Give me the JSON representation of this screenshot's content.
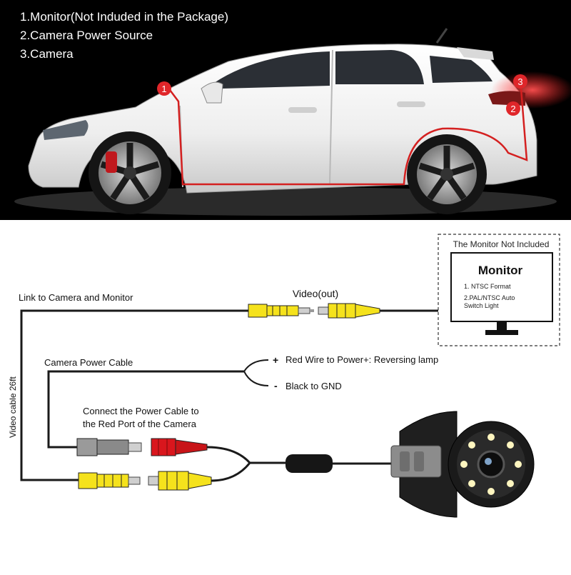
{
  "legend": {
    "item1": "1.Monitor(Not Induded in the Package)",
    "item2": "2.Camera Power Source",
    "item3": "3.Camera"
  },
  "markers": {
    "m1": "1",
    "m2": "2",
    "m3": "3"
  },
  "monitor_box": {
    "caption": "The Monitor Not Included",
    "title": "Monitor",
    "spec1": "1. NTSC Format",
    "spec2_line1": "2.PAL/NTSC Auto",
    "spec2_line2": "Switch Light"
  },
  "labels": {
    "video_out": "Video(out)",
    "link": "Link to Camera and Monitor",
    "power_cable": "Camera Power Cable",
    "plus": "+",
    "minus": "-",
    "red_wire": "Red Wire to Power+: Reversing lamp",
    "black_wire": "Black to GND",
    "connect_line1": "Connect the Power Cable to",
    "connect_line2": "the Red Port of the Camera",
    "video_cable": "Video cable 26ft"
  },
  "colors": {
    "background_top": "#000000",
    "car_body": "#f2f2f2",
    "marker_red": "#e0262a",
    "route_red": "#d42020",
    "rca_yellow": "#f5e21c",
    "rca_red": "#d9161d",
    "wire": "#1a1a1a"
  }
}
